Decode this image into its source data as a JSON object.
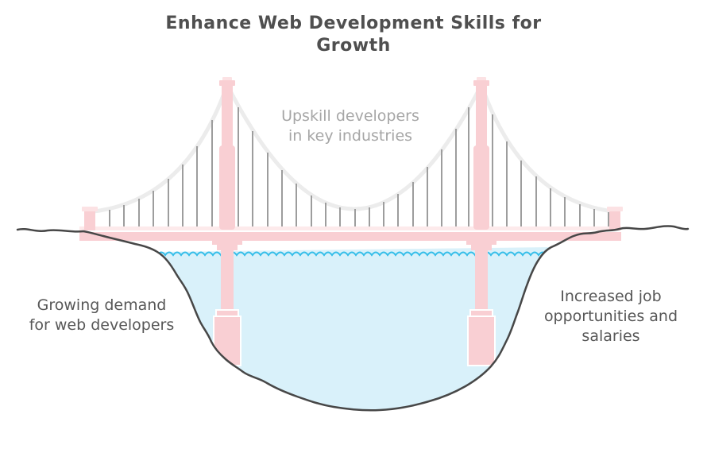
{
  "title": {
    "lines": [
      "Enhance Web Development Skills for",
      "Growth"
    ]
  },
  "labels": {
    "upskill": {
      "lines": [
        "Upskill developers",
        "in key industries"
      ]
    },
    "demand": {
      "lines": [
        "Growing demand",
        "for web developers"
      ]
    },
    "opportunities": {
      "lines": [
        "Increased job",
        "opportunities and",
        "salaries"
      ]
    }
  },
  "colors": {
    "title_text": "#4f4f4f",
    "muted_label": "#a6a6a6",
    "dark_label": "#575757",
    "bridge_pink": "#f9cfd3",
    "bridge_pink_light": "#fce2e4",
    "deck_band_light": "#fdeaeb",
    "cable_gray": "#ececec",
    "hanger_gray": "#9d9d9d",
    "ground_stroke": "#474747",
    "water_fill": "#d9f1fa",
    "wave_stroke": "#36bee9"
  }
}
